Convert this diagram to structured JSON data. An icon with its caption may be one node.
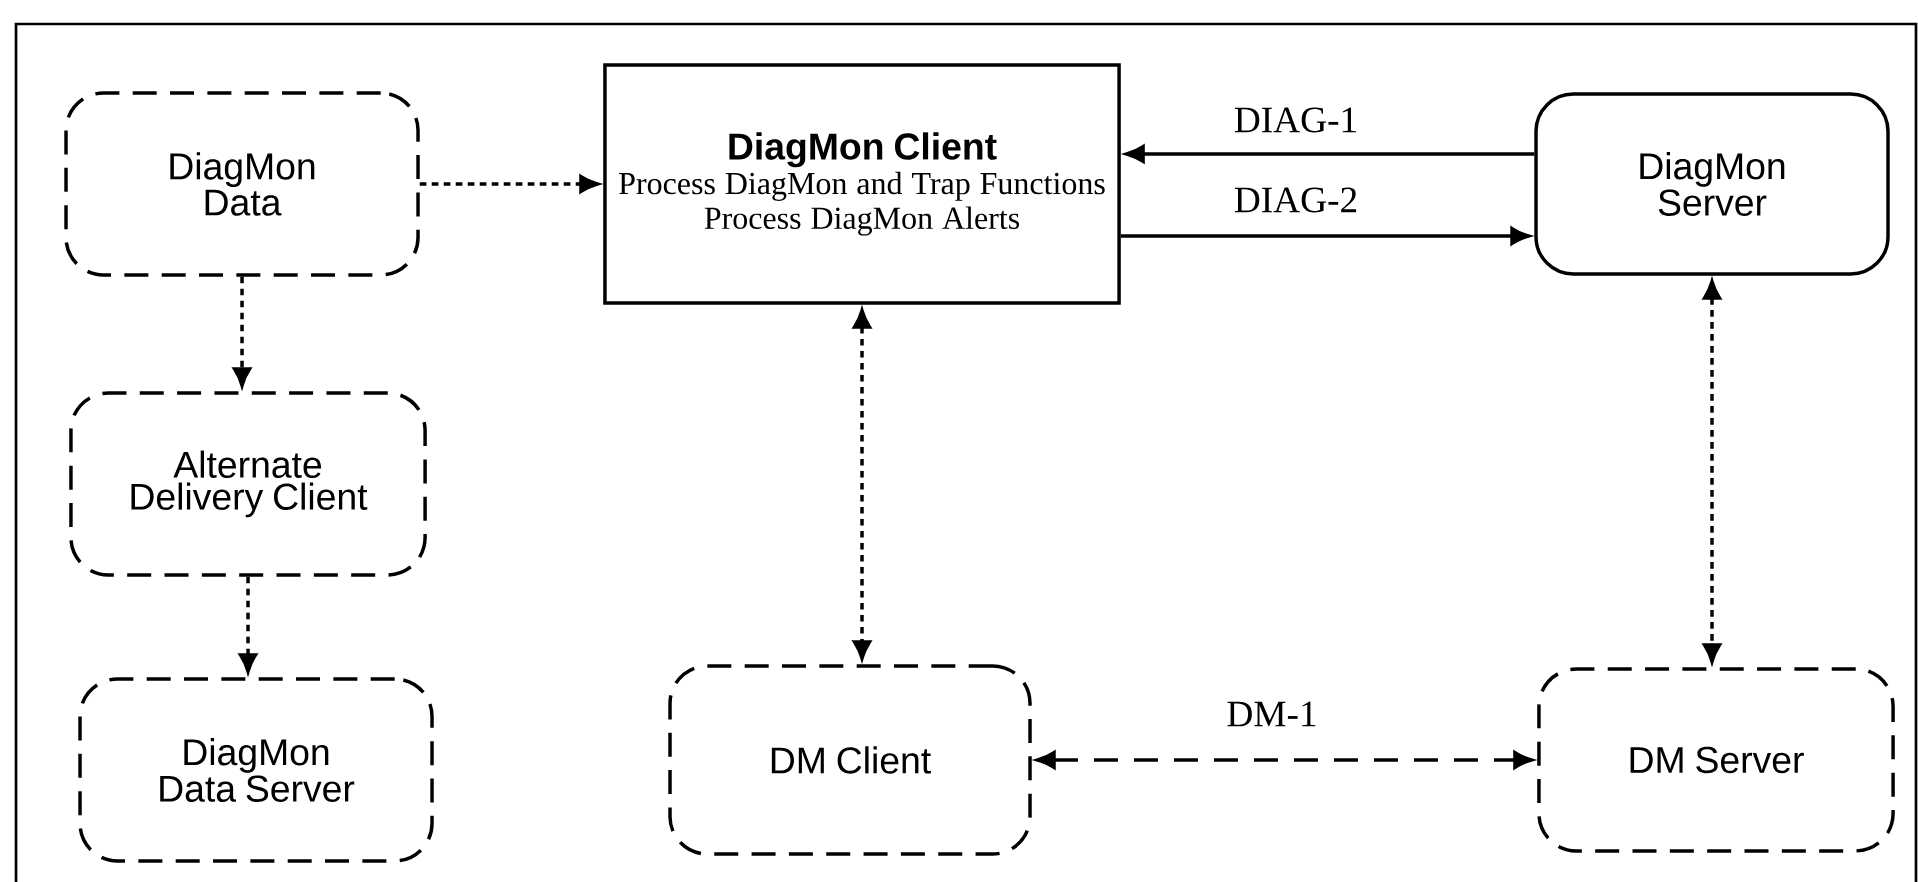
{
  "diagram": {
    "nodes": [
      {
        "text": [
          "DiagMon Data"
        ]
      },
      {
        "text": [
          "DiagMon Client",
          "Process DiagMon and Trap Functions",
          "Process DiagMon Alerts"
        ]
      },
      {
        "text": [
          "DiagMon Server"
        ]
      },
      {
        "text": [
          "Alternate Delivery Client"
        ]
      },
      {
        "text": [
          "DiagMon Data Server"
        ]
      },
      {
        "text": [
          "DM Client"
        ]
      },
      {
        "text": [
          "DM Server"
        ]
      }
    ],
    "edges": [
      {
        "from": 0,
        "to": 1,
        "arrow": "to",
        "style": "dashed"
      },
      {
        "from": 2,
        "to": 1,
        "arrow": "to",
        "label": "DIAG-1"
      },
      {
        "from": 1,
        "to": 2,
        "arrow": "to",
        "label": "DIAG-2"
      },
      {
        "from": 0,
        "to": 3,
        "arrow": "to",
        "style": "dashed"
      },
      {
        "from": 1,
        "to": 5,
        "arrow": "both",
        "style": "dashed"
      },
      {
        "from": 2,
        "to": 6,
        "arrow": "both",
        "style": "dashed"
      },
      {
        "from": 3,
        "to": 4,
        "arrow": "to",
        "style": "dashed"
      },
      {
        "from": 5,
        "to": 6,
        "arrow": "both",
        "label": "DM-1",
        "style": "dashed"
      }
    ]
  }
}
